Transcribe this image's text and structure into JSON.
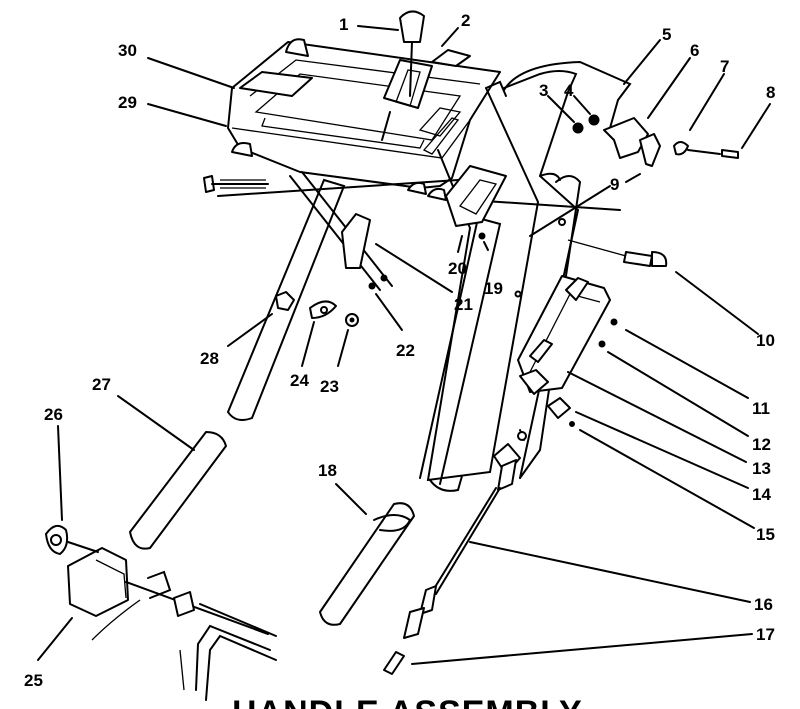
{
  "title": "HANDLE ASSEMBLY",
  "callouts": [
    "1",
    "2",
    "3",
    "4",
    "5",
    "6",
    "7",
    "8",
    "9",
    "10",
    "11",
    "12",
    "13",
    "14",
    "15",
    "16",
    "17",
    "18",
    "19",
    "20",
    "21",
    "22",
    "23",
    "24",
    "25",
    "26",
    "27",
    "28",
    "29",
    "30"
  ]
}
